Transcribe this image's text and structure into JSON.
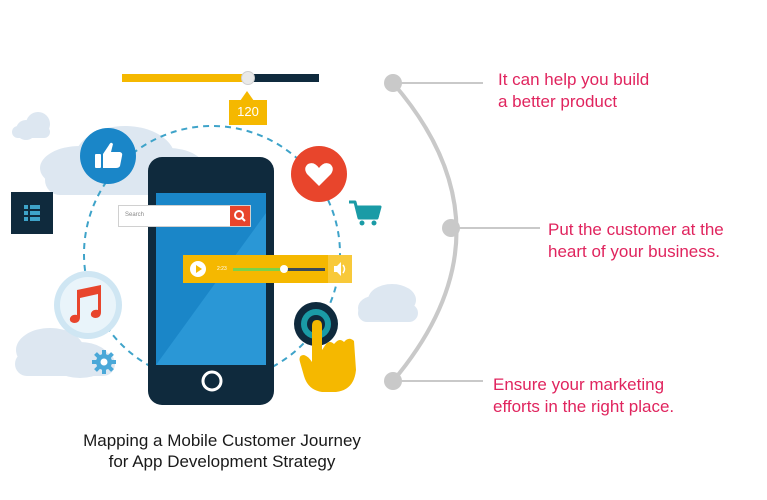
{
  "slider": {
    "value": "120",
    "fill_fraction": 0.64
  },
  "phone": {
    "search_placeholder": "Search",
    "player_time": "2:23",
    "player_progress": 0.55
  },
  "points": [
    {
      "line1": "It can help you build",
      "line2": "a better product"
    },
    {
      "line1": "Put the customer at the",
      "line2": "heart of your business."
    },
    {
      "line1": "Ensure your marketing",
      "line2": "efforts in the right place."
    }
  ],
  "caption": {
    "line1": "Mapping a Mobile Customer Journey",
    "line2": "for App Development Strategy"
  },
  "icons": [
    "thumbs-up-icon",
    "heart-icon",
    "cart-icon",
    "menu-icon",
    "music-note-icon",
    "gear-icon",
    "touch-hand-icon",
    "cloud-icon",
    "search-icon",
    "play-icon",
    "volume-icon",
    "home-button-icon"
  ],
  "colors": {
    "accent": "#e0245e",
    "blue": "#1a86c8",
    "yellow": "#f5b800",
    "navy": "#0f2a3d",
    "red": "#e8452c",
    "teal": "#1a9ba6",
    "cloud": "#dde7f1",
    "connector": "#c9c9c9"
  }
}
